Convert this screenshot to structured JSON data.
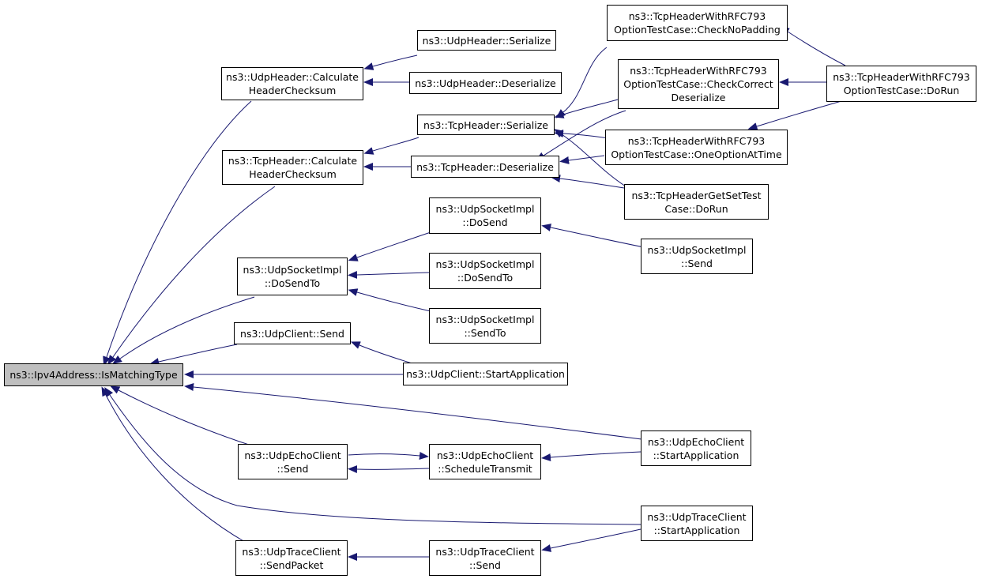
{
  "colors": {
    "edge": "#191970",
    "node_border": "#000000",
    "node_fill": "#ffffff",
    "root_fill": "#bfbfbf"
  },
  "nodes": {
    "root": "ns3::Ipv4Address::IsMatchingType",
    "udp_calc": "ns3::UdpHeader::Calculate\nHeaderChecksum",
    "udp_ser": "ns3::UdpHeader::Serialize",
    "udp_deser": "ns3::UdpHeader::Deserialize",
    "tcp_calc": "ns3::TcpHeader::Calculate\nHeaderChecksum",
    "tcp_ser": "ns3::TcpHeader::Serialize",
    "tcp_deser": "ns3::TcpHeader::Deserialize",
    "rfc_nopad": "ns3::TcpHeaderWithRFC793\nOptionTestCase::CheckNoPadding",
    "rfc_correct": "ns3::TcpHeaderWithRFC793\nOptionTestCase::CheckCorrect\nDeserialize",
    "rfc_one": "ns3::TcpHeaderWithRFC793\nOptionTestCase::OneOptionAtTime",
    "rfc_dorun": "ns3::TcpHeaderWithRFC793\nOptionTestCase::DoRun",
    "getset": "ns3::TcpHeaderGetSetTest\nCase::DoRun",
    "sock_dosendto": "ns3::UdpSocketImpl\n::DoSendTo",
    "sock_dosend": "ns3::UdpSocketImpl\n::DoSend",
    "sock_dosendto2": "ns3::UdpSocketImpl\n::DoSendTo",
    "sock_sendto": "ns3::UdpSocketImpl\n::SendTo",
    "sock_send": "ns3::UdpSocketImpl\n::Send",
    "client_send": "ns3::UdpClient::Send",
    "client_start": "ns3::UdpClient::StartApplication",
    "echo_send": "ns3::UdpEchoClient\n::Send",
    "echo_sched": "ns3::UdpEchoClient\n::ScheduleTransmit",
    "echo_start": "ns3::UdpEchoClient\n::StartApplication",
    "trace_sendpacket": "ns3::UdpTraceClient\n::SendPacket",
    "trace_send": "ns3::UdpTraceClient\n::Send",
    "trace_start": "ns3::UdpTraceClient\n::StartApplication"
  }
}
